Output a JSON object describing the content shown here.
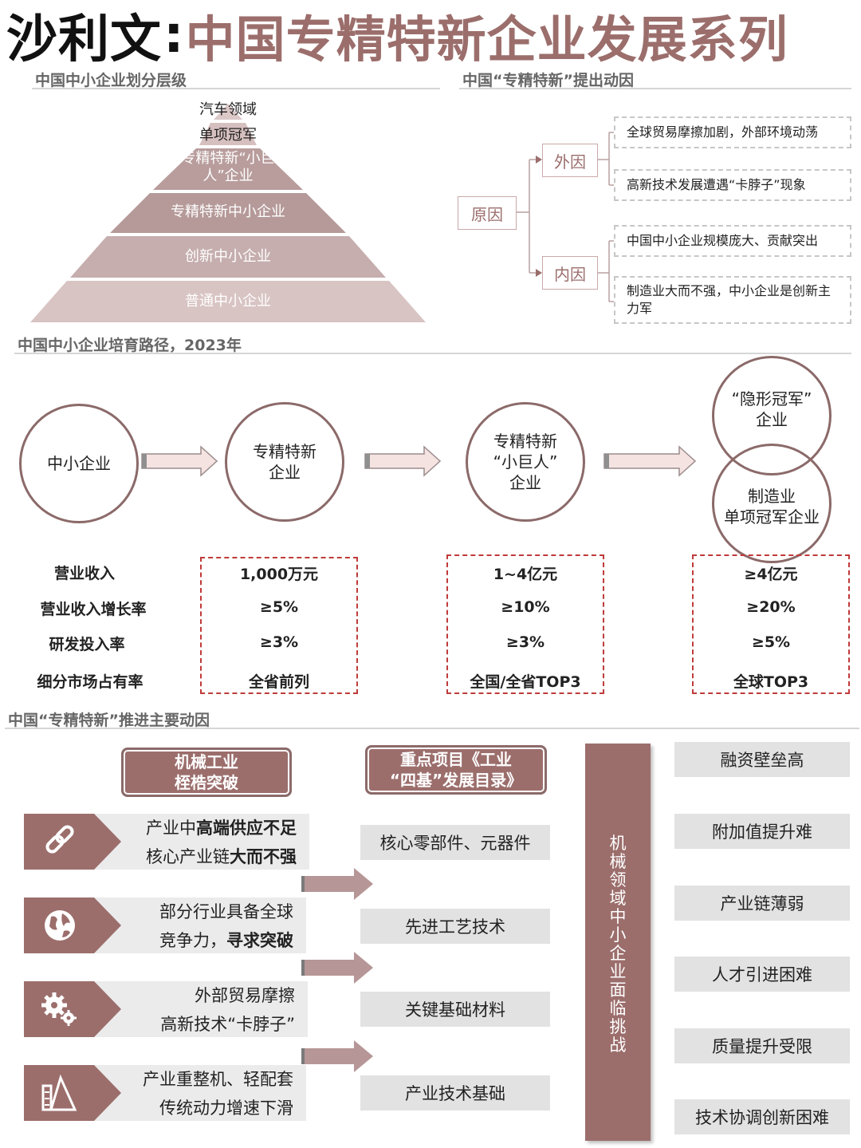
{
  "title": {
    "author": "沙利文",
    "colon": ":",
    "main": "中国专精特新企业发展系列"
  },
  "sections": {
    "tiers": "中国中小企业划分层级",
    "reasons": "中国“专精特新”提出动因",
    "path": "中国中小企业培育路径，2023年",
    "drivers": "中国“专精特新”推进主要动因"
  },
  "pyramid": {
    "levels": [
      "汽车领域",
      "单项冠军",
      "专精特新“小巨人”企业",
      "专精特新中小企业",
      "创新中小企业",
      "普通中小企业"
    ],
    "level3_line1": "专精特新“小巨",
    "level3_line2": "人”企业"
  },
  "reasons_tree": {
    "root": "原因",
    "external": "外因",
    "internal": "内因",
    "external_items": [
      "全球贸易摩擦加剧，外部环境动荡",
      "高新技术发展遭遇“卡脖子”现象"
    ],
    "internal_items": [
      "中国中小企业规模庞大、贡献突出",
      "制造业大而不强，中小企业是创新主力军"
    ]
  },
  "path": {
    "stages": {
      "sme": "中小企业",
      "specialized_l1": "专精特新",
      "specialized_l2": "企业",
      "giant_l1": "专精特新",
      "giant_l2": "“小巨人”",
      "giant_l3": "企业",
      "hidden_l1": "“隐形冠军”",
      "hidden_l2": "企业",
      "single_l1": "制造业",
      "single_l2": "单项冠军企业"
    },
    "criteria_labels": [
      "营业收入",
      "营业收入增长率",
      "研发投入率",
      "细分市场占有率"
    ],
    "specialized_values": [
      "1,000万元",
      "≥5%",
      "≥3%",
      "全省前列"
    ],
    "giant_values": [
      "1~4亿元",
      "≥10%",
      "≥3%",
      "全国/全省TOP3"
    ],
    "champion_values": [
      "≥4亿元",
      "≥20%",
      "≥5%",
      "全球TOP3"
    ]
  },
  "drivers": {
    "pill1_l1": "机械工业",
    "pill1_l2": "桎梏突破",
    "pill2_l1": "重点项目《工业",
    "pill2_l2": "“四基”发展目录》",
    "factors": [
      {
        "icon": "chain-link-icon",
        "a1": "产业中",
        "b1": "高端供应不足",
        "a2": "核心产业链",
        "b2": "大而不强"
      },
      {
        "icon": "globe-icon",
        "a1": "部分行业具备全球",
        "b1": "",
        "a2": "竞争力，",
        "b2": "寻求突破"
      },
      {
        "icon": "gears-icon",
        "a1": "外部贸易摩擦",
        "b1": "",
        "a2": "高新技术“卡脖子”",
        "b2": ""
      },
      {
        "icon": "document-chart-icon",
        "a1": "产业重整机、轻配套",
        "b1": "",
        "a2": "传统动力增速下滑",
        "b2": ""
      }
    ],
    "foundations": [
      "核心零部件、元器件",
      "先进工艺技术",
      "关键基础材料",
      "产业技术基础"
    ],
    "challenge_title": "机械领域中小企业面临挑战",
    "challenges": [
      "融资壁垒高",
      "附加值提升难",
      "产业链薄弱",
      "人才引进困难",
      "质量提升受限",
      "技术协调创新困难"
    ]
  },
  "colors": {
    "accent": "#9b6e6c",
    "pyramid_light": "#dcc8c7",
    "pyramid_dark": "#b69a99",
    "criteria_border": "#c03a3a"
  }
}
